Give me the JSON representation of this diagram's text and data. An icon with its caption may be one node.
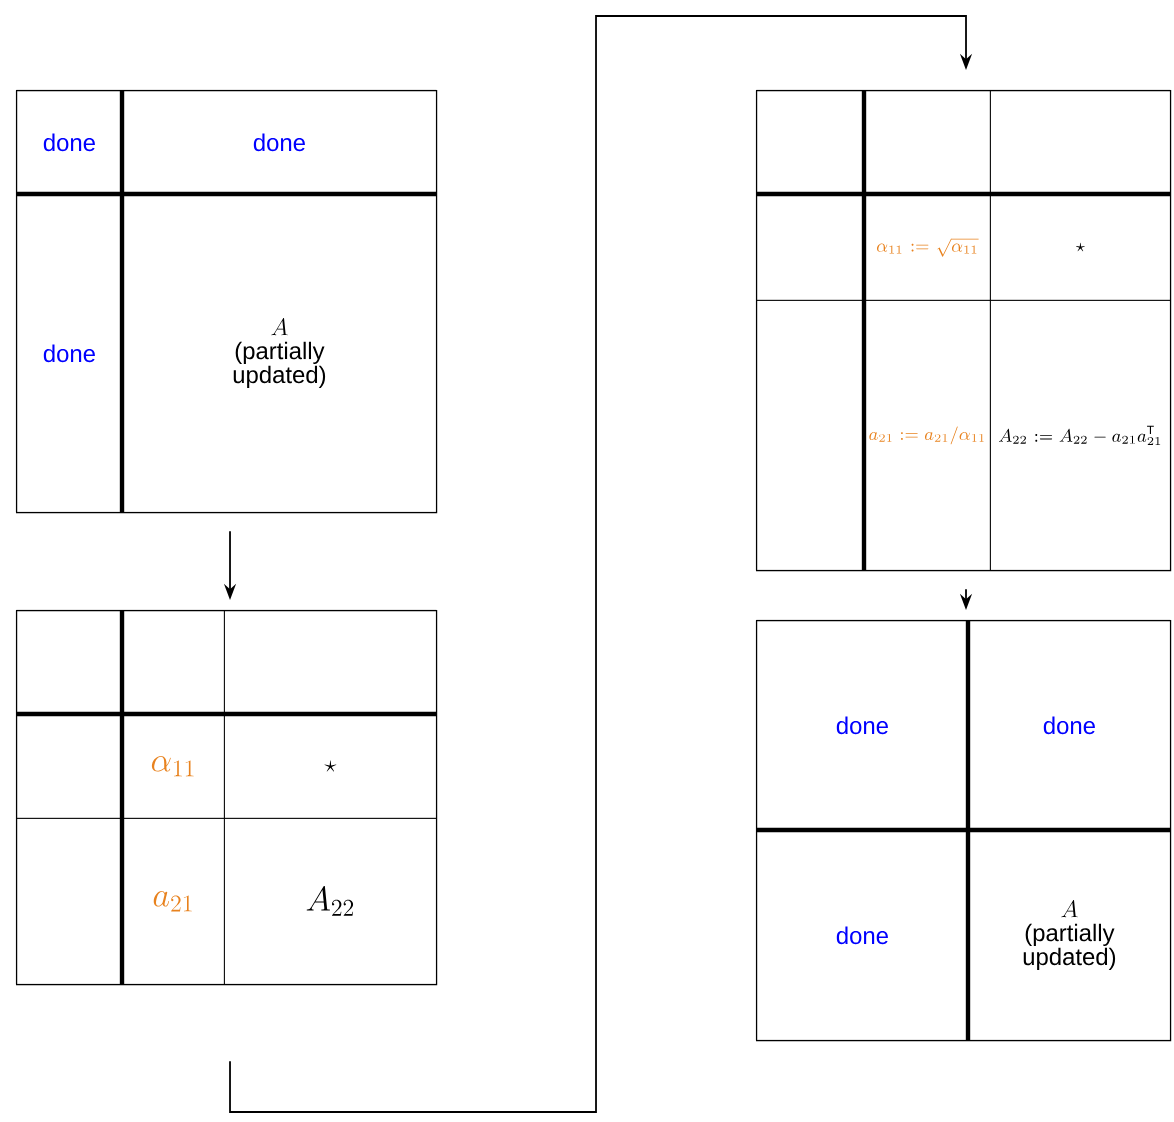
{
  "diagram": {
    "nodes": [
      {
        "text": [],
        "shape": "box"
      },
      {
        "text": [
          "done"
        ],
        "in": 0
      },
      {
        "text": [
          "done"
        ],
        "in": 0
      },
      {
        "text": [
          "done"
        ],
        "in": 0
      },
      {
        "text": [
          "A",
          "(partially updated)"
        ],
        "in": 0
      },
      {
        "text": [],
        "shape": "box"
      },
      {
        "text": [],
        "shape": "box",
        "in": 5
      },
      {
        "text": [],
        "shape": "box",
        "in": 5
      },
      {
        "text": [],
        "shape": "box",
        "in": 5
      },
      {
        "text": [],
        "shape": "box",
        "in": 5
      },
      {
        "text": [
          "\\alpha_{11}"
        ],
        "in": 5
      },
      {
        "text": [
          "\\star"
        ],
        "in": 5
      },
      {
        "text": [],
        "shape": "box",
        "in": 5
      },
      {
        "text": [
          "a_{21}"
        ],
        "in": 5
      },
      {
        "text": [
          "A_{22}"
        ],
        "in": 5
      },
      {
        "text": [],
        "shape": "box"
      },
      {
        "text": [],
        "shape": "box",
        "in": 15
      },
      {
        "text": [],
        "shape": "box",
        "in": 15
      },
      {
        "text": [],
        "shape": "box",
        "in": 15
      },
      {
        "text": [],
        "shape": "box",
        "in": 15
      },
      {
        "text": [
          "\\alpha_{11}:=\\sqrt{\\alpha_{11}}"
        ],
        "in": 15
      },
      {
        "text": [
          "\\star"
        ],
        "in": 15
      },
      {
        "text": [],
        "shape": "box",
        "in": 15
      },
      {
        "text": [
          "a_{21}:=a_{21}/\\alpha_{11}"
        ],
        "in": 15
      },
      {
        "text": [
          "A_{22}:=A_{22}-a_{21}a_{21}^{\\mathrm{T}}"
        ],
        "in": 15
      },
      {
        "text": [],
        "shape": "box"
      },
      {
        "text": [
          "done"
        ],
        "in": 25
      },
      {
        "text": [
          "done"
        ],
        "in": 25
      },
      {
        "text": [
          "done"
        ],
        "in": 25
      },
      {
        "text": [
          "A",
          "(partially updated)"
        ],
        "in": 25
      }
    ],
    "edges": [
      {
        "from": 0,
        "to": 5,
        "arrow": "to"
      },
      {
        "from": 5,
        "to": 15,
        "arrow": "to"
      },
      {
        "from": 15,
        "to": 25,
        "arrow": "to"
      }
    ]
  }
}
